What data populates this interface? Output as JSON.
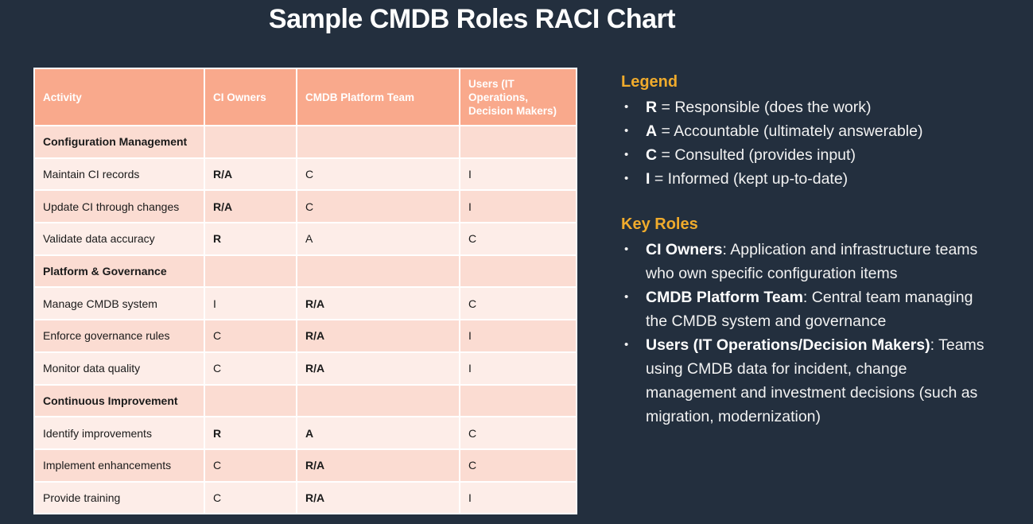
{
  "title": "Sample CMDB Roles RACI Chart",
  "bullet_glyph": "•",
  "colors": {
    "background": "#232F3E",
    "table_header_bg": "#F9A98C",
    "row_dark_bg": "#FBDCD2",
    "row_light_bg": "#FDEDE8",
    "heading_accent": "#F0AB2C",
    "table_border": "#FFFFFF",
    "title_text": "#FFFFFF",
    "table_text": "#1A1A1A",
    "panel_text": "#F2F2F2"
  },
  "table": {
    "headers": [
      "Activity",
      "CI Owners",
      "CMDB Platform Team",
      "Users (IT Operations, Decision Makers)"
    ],
    "rows": [
      {
        "type": "section",
        "activity": "Configuration Management",
        "cells": [
          {
            "text": "",
            "bold": false
          },
          {
            "text": "",
            "bold": false
          },
          {
            "text": "",
            "bold": false
          }
        ]
      },
      {
        "type": "data",
        "activity": "Maintain CI records",
        "cells": [
          {
            "text": "R/A",
            "bold": true
          },
          {
            "text": "C",
            "bold": false
          },
          {
            "text": "I",
            "bold": false
          }
        ]
      },
      {
        "type": "data",
        "activity": "Update CI through changes",
        "cells": [
          {
            "text": "R/A",
            "bold": true
          },
          {
            "text": "C",
            "bold": false
          },
          {
            "text": "I",
            "bold": false
          }
        ]
      },
      {
        "type": "data",
        "activity": "Validate data accuracy",
        "cells": [
          {
            "text": "R",
            "bold": true
          },
          {
            "text": "A",
            "bold": false
          },
          {
            "text": "C",
            "bold": false
          }
        ]
      },
      {
        "type": "section",
        "activity": "Platform & Governance",
        "cells": [
          {
            "text": "",
            "bold": false
          },
          {
            "text": "",
            "bold": false
          },
          {
            "text": "",
            "bold": false
          }
        ]
      },
      {
        "type": "data",
        "activity": "Manage CMDB system",
        "cells": [
          {
            "text": "I",
            "bold": false
          },
          {
            "text": "R/A",
            "bold": true
          },
          {
            "text": "C",
            "bold": false
          }
        ]
      },
      {
        "type": "data",
        "activity": "Enforce governance rules",
        "cells": [
          {
            "text": "C",
            "bold": false
          },
          {
            "text": "R/A",
            "bold": true
          },
          {
            "text": "I",
            "bold": false
          }
        ]
      },
      {
        "type": "data",
        "activity": "Monitor data quality",
        "cells": [
          {
            "text": "C",
            "bold": false
          },
          {
            "text": "R/A",
            "bold": true
          },
          {
            "text": "I",
            "bold": false
          }
        ]
      },
      {
        "type": "section",
        "activity": "Continuous Improvement",
        "cells": [
          {
            "text": "",
            "bold": false
          },
          {
            "text": "",
            "bold": false
          },
          {
            "text": "",
            "bold": false
          }
        ]
      },
      {
        "type": "data",
        "activity": "Identify improvements",
        "cells": [
          {
            "text": "R",
            "bold": true
          },
          {
            "text": "A",
            "bold": true
          },
          {
            "text": "C",
            "bold": false
          }
        ]
      },
      {
        "type": "data",
        "activity": "Implement enhancements",
        "cells": [
          {
            "text": "C",
            "bold": false
          },
          {
            "text": "R/A",
            "bold": true
          },
          {
            "text": "C",
            "bold": false
          }
        ]
      },
      {
        "type": "data",
        "activity": "Provide training",
        "cells": [
          {
            "text": "C",
            "bold": false
          },
          {
            "text": "R/A",
            "bold": true
          },
          {
            "text": "I",
            "bold": false
          }
        ]
      }
    ]
  },
  "legend": {
    "heading": "Legend",
    "items": [
      {
        "term": "R",
        "rest": " = Responsible (does the work)"
      },
      {
        "term": "A",
        "rest": " = Accountable (ultimately answerable)"
      },
      {
        "term": "C",
        "rest": " = Consulted (provides input)"
      },
      {
        "term": "I",
        "rest": " = Informed (kept up-to-date)"
      }
    ]
  },
  "key_roles": {
    "heading": "Key Roles",
    "items": [
      {
        "term": "CI Owners",
        "rest": ": Application and infrastructure teams who own specific configuration items"
      },
      {
        "term": "CMDB Platform Team",
        "rest": ": Central team managing the CMDB system and governance"
      },
      {
        "term": "Users (IT Operations/Decision Makers)",
        "rest": ": Teams using CMDB data for incident, change management and investment decisions (such as migration, modernization)"
      }
    ]
  }
}
